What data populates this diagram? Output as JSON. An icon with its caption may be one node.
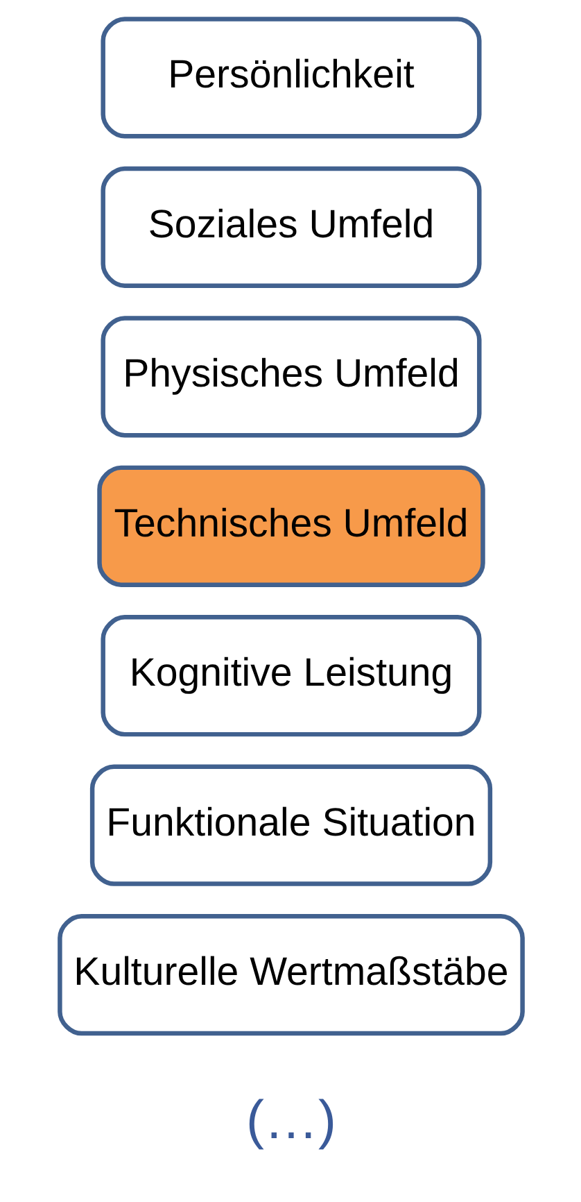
{
  "diagram": {
    "nodes": [
      {
        "text": [
          "Persönlichkeit"
        ]
      },
      {
        "text": [
          "Soziales Umfeld"
        ]
      },
      {
        "text": [
          "Physisches Umfeld"
        ]
      },
      {
        "text": [
          "Technisches Umfeld"
        ]
      },
      {
        "text": [
          "Kognitive Leistung"
        ]
      },
      {
        "text": [
          "Funktionale Situation"
        ]
      },
      {
        "text": [
          "Kulturelle Wertmaßstäbe"
        ]
      }
    ],
    "edges": [],
    "labels": [
      "(…)"
    ]
  }
}
